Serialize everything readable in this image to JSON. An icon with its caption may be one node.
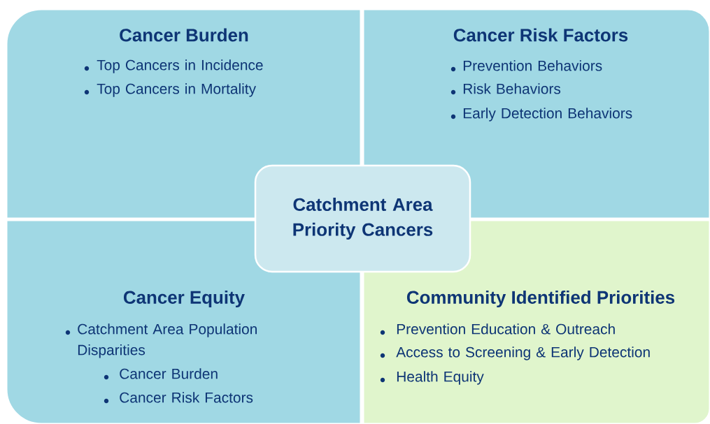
{
  "diagram": {
    "nodes": [
      {
        "text": [
          "Cancer Burden",
          "Top Cancers in Incidence",
          "Top Cancers in Mortality"
        ]
      },
      {
        "text": [
          "Cancer Risk Factors",
          "Prevention Behaviors",
          "Risk Behaviors",
          "Early Detection Behaviors"
        ]
      },
      {
        "text": [
          "Catchment Area Priority Cancers"
        ]
      },
      {
        "text": [
          "Cancer Equity",
          "Catchment Area Population Disparities",
          "Cancer Burden",
          "Cancer Risk Factors"
        ]
      },
      {
        "text": [
          "Community Identified Priorities",
          "Prevention Education & Outreach",
          "Access to Screening & Early Detection",
          "Health Equity"
        ]
      }
    ]
  }
}
